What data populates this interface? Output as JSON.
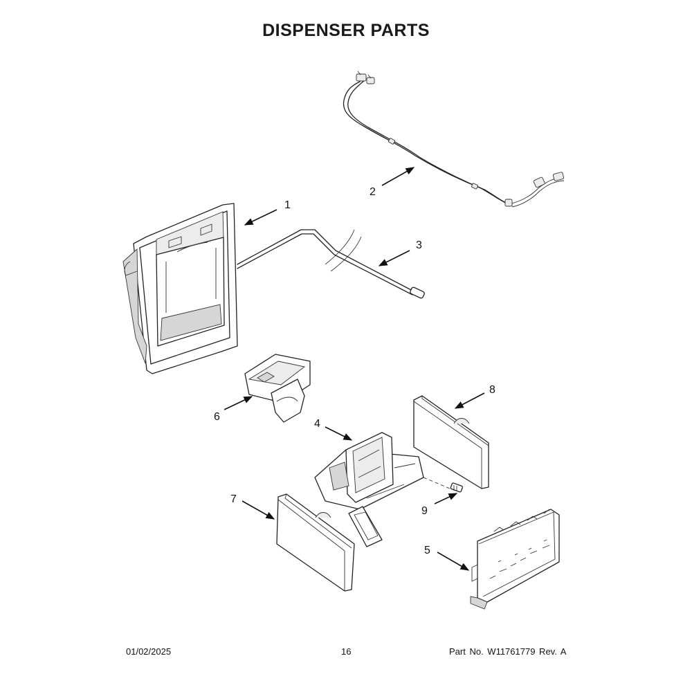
{
  "title": "DISPENSER PARTS",
  "callouts": [
    "1",
    "2",
    "3",
    "4",
    "5",
    "6",
    "7",
    "8",
    "9"
  ],
  "footer": {
    "date": "01/02/2025",
    "page": "16",
    "part_no": "Part No.  W11761779  Rev.  A"
  }
}
